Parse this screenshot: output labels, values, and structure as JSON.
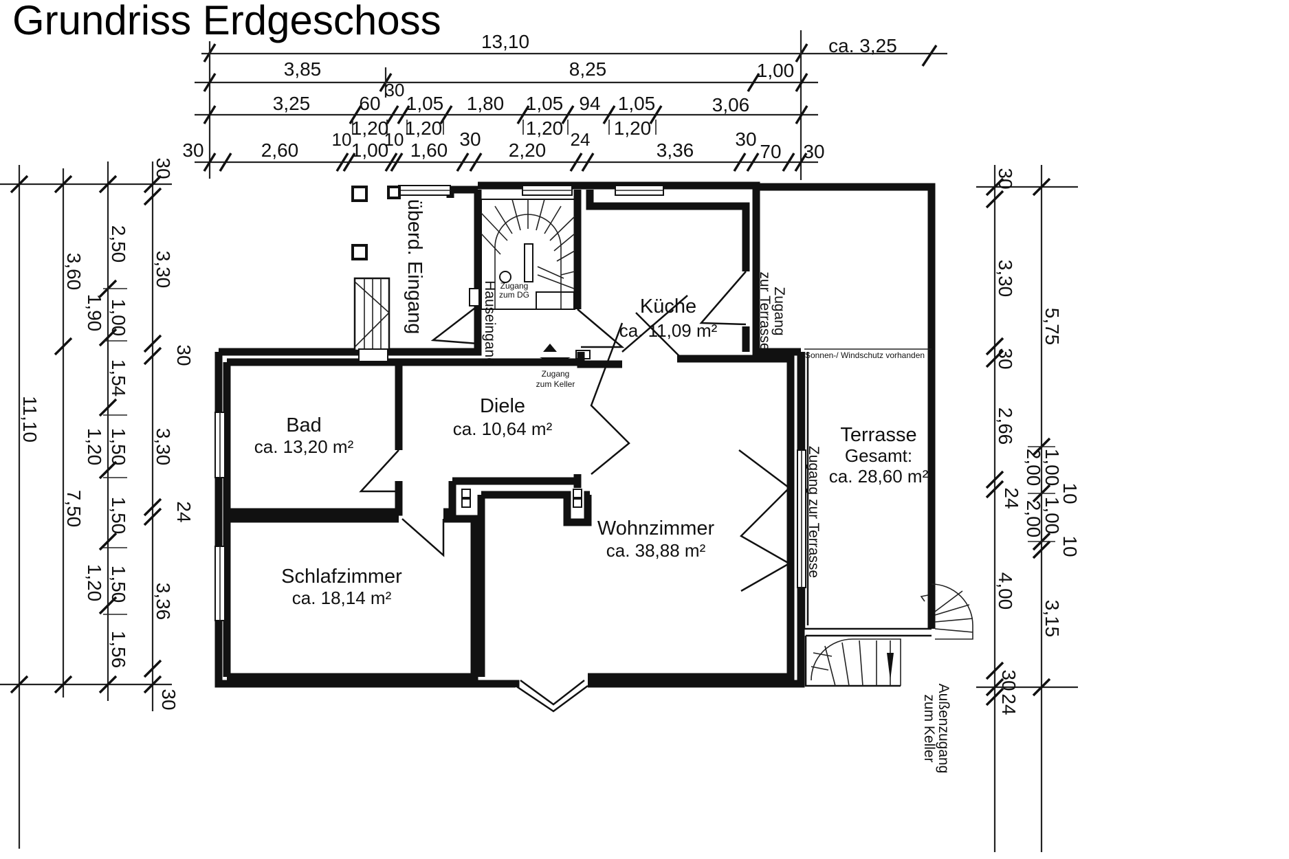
{
  "title": "Grundriss Erdgeschoss",
  "dimensions": {
    "top": {
      "row1": [
        "13,10",
        "ca. 3,25"
      ],
      "row2": [
        "3,85",
        "8,25",
        "1,00"
      ],
      "row3": [
        "3,25",
        "60",
        "30",
        "1,05",
        "1,80",
        "1,05",
        "94",
        "1,05",
        "3,06"
      ],
      "row3_sub": [
        "1,20",
        "1,20",
        "1,20",
        "1,20"
      ],
      "row4": [
        "30",
        "2,60",
        "10",
        "1,00",
        "10",
        "1,60",
        "30",
        "2,20",
        "24",
        "3,36",
        "30",
        "70",
        "30"
      ]
    },
    "left": {
      "col1": [
        "11,10"
      ],
      "col2": [
        "3,60",
        "7,50"
      ],
      "col3": [
        "2,50",
        "1,00",
        "1,90",
        "1,54",
        "1,50",
        "1,20",
        "1,50",
        "1,50",
        "1,20",
        "1,56"
      ],
      "col4": [
        "30",
        "3,30",
        "30",
        "3,30",
        "24",
        "3,36",
        "30"
      ]
    },
    "right": {
      "col1": [
        "30",
        "3,30",
        "30",
        "2,66",
        "24",
        "4,00",
        "30",
        "24"
      ],
      "col2": [
        "5,75",
        "1,00",
        "2,00",
        "1,00",
        "2,00",
        "10",
        "10",
        "3,15"
      ]
    }
  },
  "rooms": {
    "kueche": {
      "name": "Küche",
      "area": "ca. 11,09 m²"
    },
    "diele": {
      "name": "Diele",
      "area": "ca. 10,64 m²"
    },
    "bad": {
      "name": "Bad",
      "area": "ca. 13,20 m²"
    },
    "schlafzimmer": {
      "name": "Schlafzimmer",
      "area": "ca. 18,14 m²"
    },
    "wohnzimmer": {
      "name": "Wohnzimmer",
      "area": "ca. 38,88 m²"
    },
    "terrasse": {
      "name": "Terrasse",
      "sub": "Gesamt:",
      "area": "ca. 28,60 m²"
    }
  },
  "labels": {
    "eingang": "überd. Eingang",
    "hauseingang": "Hauseingang",
    "zugang_dg_1": "Zugang",
    "zugang_dg_2": "zum DG",
    "zugang_keller_1": "Zugang",
    "zugang_keller_2": "zum Keller",
    "zugang_terrasse_1": "Zugang",
    "zugang_terrasse_2": "zur Terrasse",
    "zugang_terrasse_long": "Zugang zur Terrasse",
    "windschutz": "Sonnen-/ Windschutz vorhanden",
    "aussenzugang_1": "Außenzugang",
    "aussenzugang_2": "zum Keller"
  }
}
